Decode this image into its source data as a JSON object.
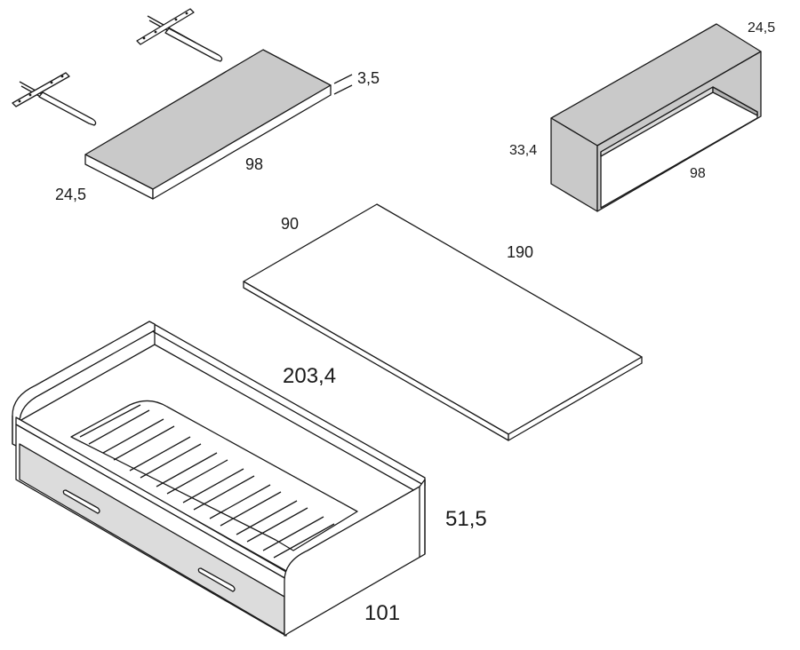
{
  "shelf": {
    "width_label": "98",
    "depth_label": "24,5",
    "thickness_label": "3,5"
  },
  "wall_unit": {
    "depth_label": "24,5",
    "height_label": "33,4",
    "width_label": "98"
  },
  "board": {
    "width_label": "90",
    "length_label": "190"
  },
  "bed": {
    "length_label": "203,4",
    "height_label": "51,5",
    "width_label": "101"
  },
  "colors": {
    "line": "#1a1a1a",
    "panel_grey": "#c9c9c9",
    "drawer_grey": "#dcdcdc"
  }
}
